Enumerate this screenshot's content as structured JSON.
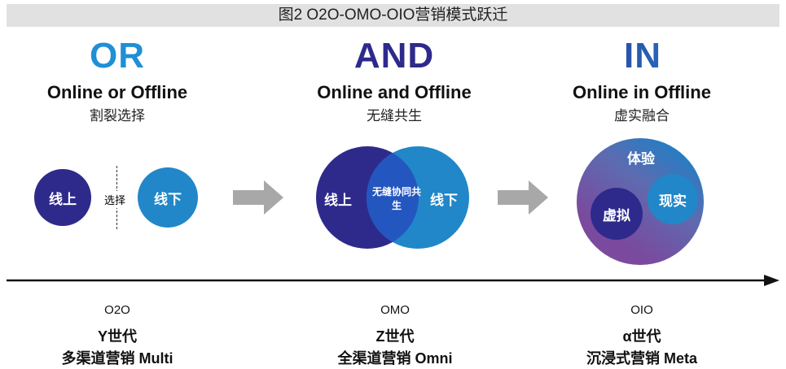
{
  "title": "图2 O2O-OMO-OIO营销模式跃迁",
  "stages": [
    {
      "keyword": "OR",
      "subtitle": "Online or Offline",
      "cn": "割裂选择",
      "left": "线上",
      "right": "线下",
      "separator": "选择",
      "model": "O2O",
      "generation": "Y世代",
      "strategy": "多渠道营销 Multi"
    },
    {
      "keyword": "AND",
      "subtitle": "Online and Offline",
      "cn": "无缝共生",
      "left": "线上",
      "right": "线下",
      "overlap": "无缝协同共生",
      "model": "OMO",
      "generation": "Z世代",
      "strategy": "全渠道营销 Omni"
    },
    {
      "keyword": "IN",
      "subtitle": "Online in Offline",
      "cn": "虚实融合",
      "outer": "体验",
      "inner1": "现实",
      "inner2": "虚拟",
      "model": "OIO",
      "generation": "α世代",
      "strategy": "沉浸式营销 Meta"
    }
  ],
  "colors": {
    "dark": "#2e2a8c",
    "light": "#2187c8",
    "overlap": "#2456c0",
    "purple": "#7a4a9e",
    "arrow": "#a8a8a8"
  }
}
